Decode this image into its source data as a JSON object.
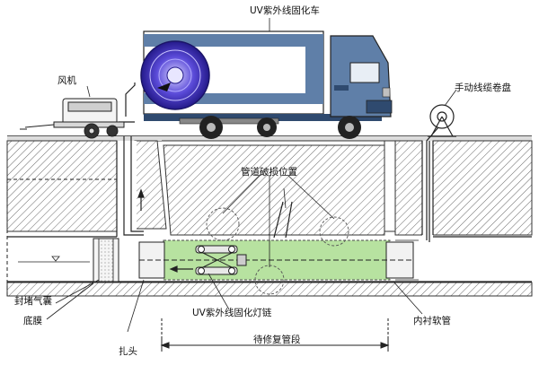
{
  "labels": {
    "uv_truck": "UV紫外线固化车",
    "blower": "风机",
    "cable_reel": "手动线缆卷盘",
    "damage_location": "管道破损位置",
    "sealing_airbag": "封堵气囊",
    "bottom_film": "底膜",
    "uv_light_chain": "UV紫外线固化灯链",
    "lining_hose": "内衬软管",
    "repair_section": "待修复管段",
    "binding_head": "扎头"
  },
  "colors": {
    "truck_blue": "#5f7fa8",
    "truck_dark": "#2f4a6f",
    "lining_green": "#b7e2a0",
    "drum_purple": "#3a2fb0",
    "ground_hatch": "#555555"
  },
  "icons": [
    "fan-blower-icon",
    "uv-truck-icon",
    "cable-reel-icon",
    "uv-lamp-chain-icon",
    "sealing-airbag-icon",
    "flow-arrow-icon"
  ]
}
